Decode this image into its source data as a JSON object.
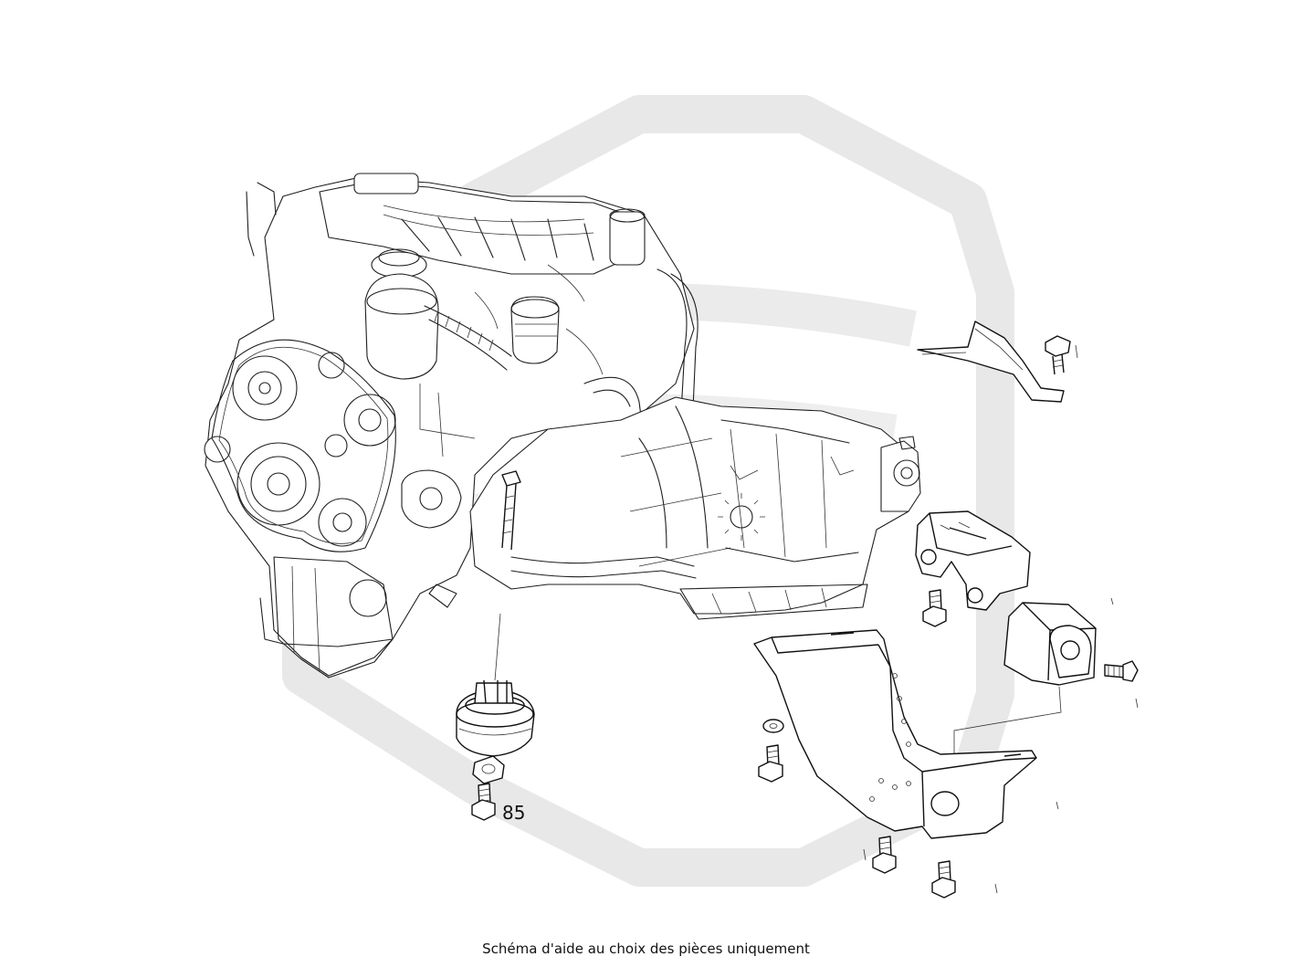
{
  "diagram": {
    "caption": "Schéma d'aide au choix des pièces uniquement",
    "callouts": [
      {
        "id": "front-mount-bolt",
        "label": "85"
      }
    ],
    "watermark_color": "#e6e6e6",
    "line_color": "#1f1f1f"
  }
}
